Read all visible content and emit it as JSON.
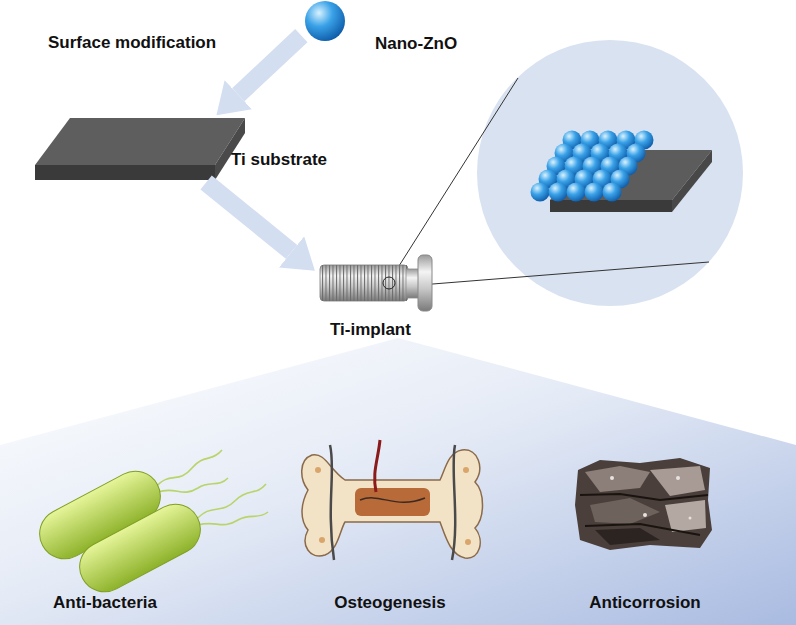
{
  "diagram": {
    "nodes": [
      {
        "text": [
          "Nano-ZnO"
        ]
      },
      {
        "text": [
          "Ti substrate"
        ]
      },
      {
        "text": [
          "Ti-implant"
        ]
      },
      {
        "text": [
          "Anti-bacteria"
        ]
      },
      {
        "text": [
          "Osteogenesis"
        ]
      },
      {
        "text": [
          "Anticorrosion"
        ]
      }
    ],
    "edges": [
      {
        "from": 0,
        "to": 1,
        "arrow": "to",
        "label": "Surface modification"
      },
      {
        "from": 1,
        "to": 2,
        "arrow": "to"
      }
    ]
  }
}
